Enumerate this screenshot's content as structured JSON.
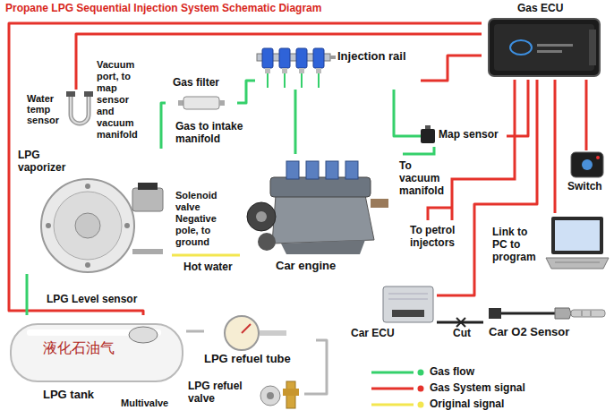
{
  "diagram": {
    "title": "Propane LPG Sequential Injection System Schematic Diagram",
    "nodes": [
      {
        "text": [
          "Gas ECU"
        ]
      },
      {
        "text": [
          "Injection rail"
        ]
      },
      {
        "text": [
          "Gas filter"
        ]
      },
      {
        "text": [
          "Water temp sensor"
        ]
      },
      {
        "text": [
          "Map sensor"
        ]
      },
      {
        "text": [
          "LPG vaporizer"
        ]
      },
      {
        "text": [
          "Switch"
        ]
      },
      {
        "text": [
          "Car engine"
        ]
      },
      {
        "text": [
          "Link to PC to program"
        ]
      },
      {
        "text": [
          "Car ECU"
        ]
      },
      {
        "text": [
          "Car O2 Sensor"
        ]
      },
      {
        "text": [
          "LPG refuel tube"
        ]
      },
      {
        "text": [
          "液化石油气",
          "LPG tank"
        ]
      },
      {
        "text": [
          "LPG refuel valve"
        ]
      }
    ],
    "edges": [
      {
        "from": 0,
        "to": 12,
        "arrow": "none"
      },
      {
        "from": 0,
        "to": 3,
        "arrow": "none"
      },
      {
        "from": 0,
        "to": 1,
        "arrow": "none"
      },
      {
        "from": 0,
        "to": 4,
        "arrow": "none"
      },
      {
        "from": 0,
        "to": 6,
        "arrow": "none"
      },
      {
        "from": 0,
        "to": 8,
        "arrow": "none"
      },
      {
        "from": 0,
        "to": 9,
        "arrow": "none"
      },
      {
        "from": 12,
        "to": 5,
        "arrow": "none"
      },
      {
        "from": 5,
        "to": 2,
        "arrow": "none"
      },
      {
        "from": 2,
        "to": 1,
        "arrow": "none"
      },
      {
        "from": 1,
        "to": 7,
        "arrow": "none"
      },
      {
        "from": 1,
        "to": 4,
        "arrow": "none"
      },
      {
        "from": 5,
        "to": 7,
        "arrow": "none"
      },
      {
        "from": 9,
        "to": 10,
        "arrow": "none"
      },
      {
        "from": 11,
        "to": 12,
        "arrow": "none"
      },
      {
        "from": 13,
        "to": 11,
        "arrow": "none"
      }
    ],
    "labels": [
      "Vacuum port, to map sensor and vacuum manifold",
      "Gas to intake manifold",
      "To vacuum manifold",
      "Solenoid valve Negative pole, to ground",
      "To petrol injectors",
      "Hot water",
      "LPG Level sensor",
      "Multivalve",
      "Cut"
    ],
    "legend": [
      {
        "text": "Gas flow"
      },
      {
        "text": "Gas System signal"
      },
      {
        "text": "Original signal"
      }
    ]
  }
}
